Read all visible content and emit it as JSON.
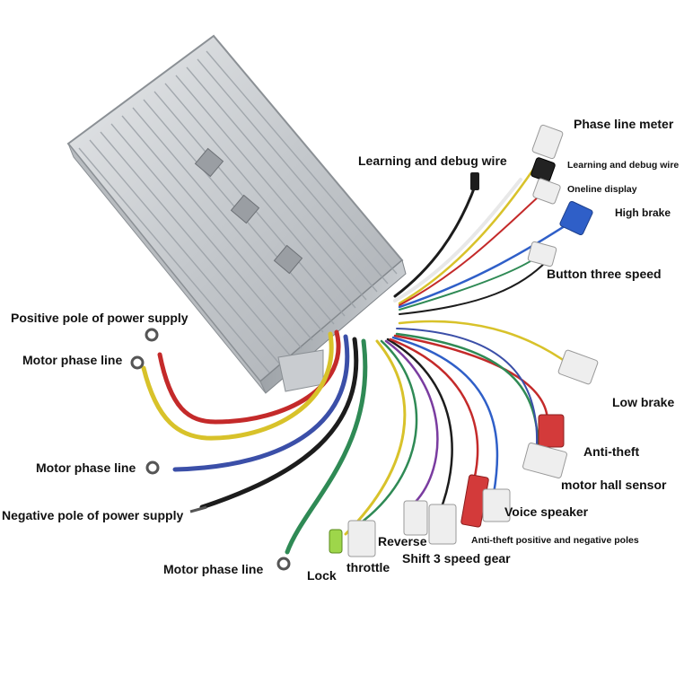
{
  "labels": {
    "positive_pole_power": "Positive pole of power supply",
    "motor_phase_line_1": "Motor phase line",
    "motor_phase_line_2": "Motor phase line",
    "negative_pole_power": "Negative pole of power supply",
    "motor_phase_line_3": "Motor phase line",
    "lock": "Lock",
    "throttle": "throttle",
    "reverse": "Reverse",
    "shift_3_speed_gear": "Shift 3 speed gear",
    "anti_theft_poles": "Anti-theft positive and negative poles",
    "voice_speaker": "Voice speaker",
    "motor_hall_sensor": "motor hall sensor",
    "anti_theft": "Anti-theft",
    "low_brake": "Low brake",
    "button_three_speed": "Button three speed",
    "high_brake": "High brake",
    "oneline_display": "Oneline display",
    "learning_debug_wire_small": "Learning and debug wire",
    "phase_line_meter": "Phase line meter",
    "learning_debug_wire_main": "Learning and debug wire"
  },
  "colors": {
    "controller_body": "#c9ccd0",
    "wire_red": "#c42a2a",
    "wire_yellow": "#d8c22a",
    "wire_blue": "#3b4fa8",
    "wire_black": "#1c1c1c",
    "wire_green": "#2f8a55",
    "connector_white": "#eeeeee",
    "connector_red": "#d33a3a",
    "connector_blue": "#2f5fc8"
  }
}
